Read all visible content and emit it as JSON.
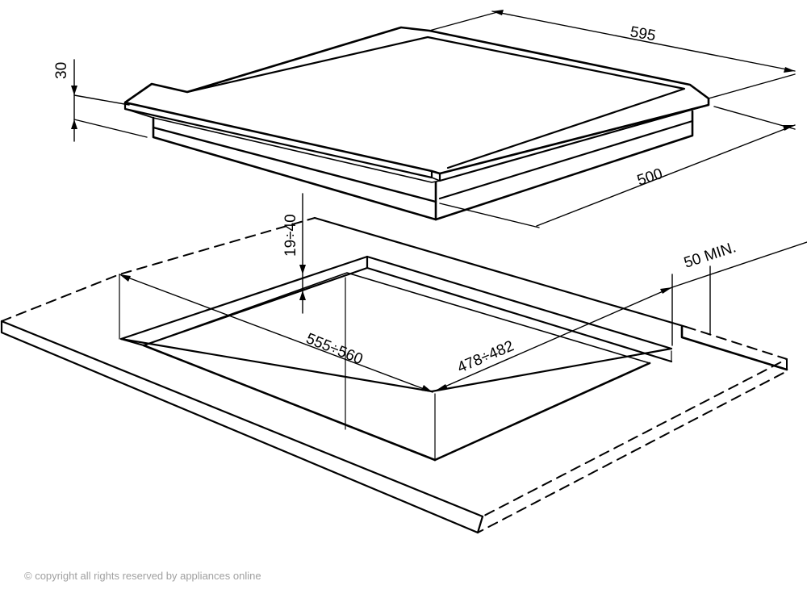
{
  "dimensions": {
    "hob_width": "595",
    "hob_depth": "500",
    "hob_height": "30",
    "clearance_below": "19÷40",
    "cutout_width": "555÷560",
    "cutout_depth": "478÷482",
    "rear_min_distance": "50 MIN."
  },
  "watermark": "© copyright all rights reserved by appliances online",
  "colors": {
    "line": "#000000",
    "background": "#ffffff",
    "watermark": "#a0a0a0"
  }
}
